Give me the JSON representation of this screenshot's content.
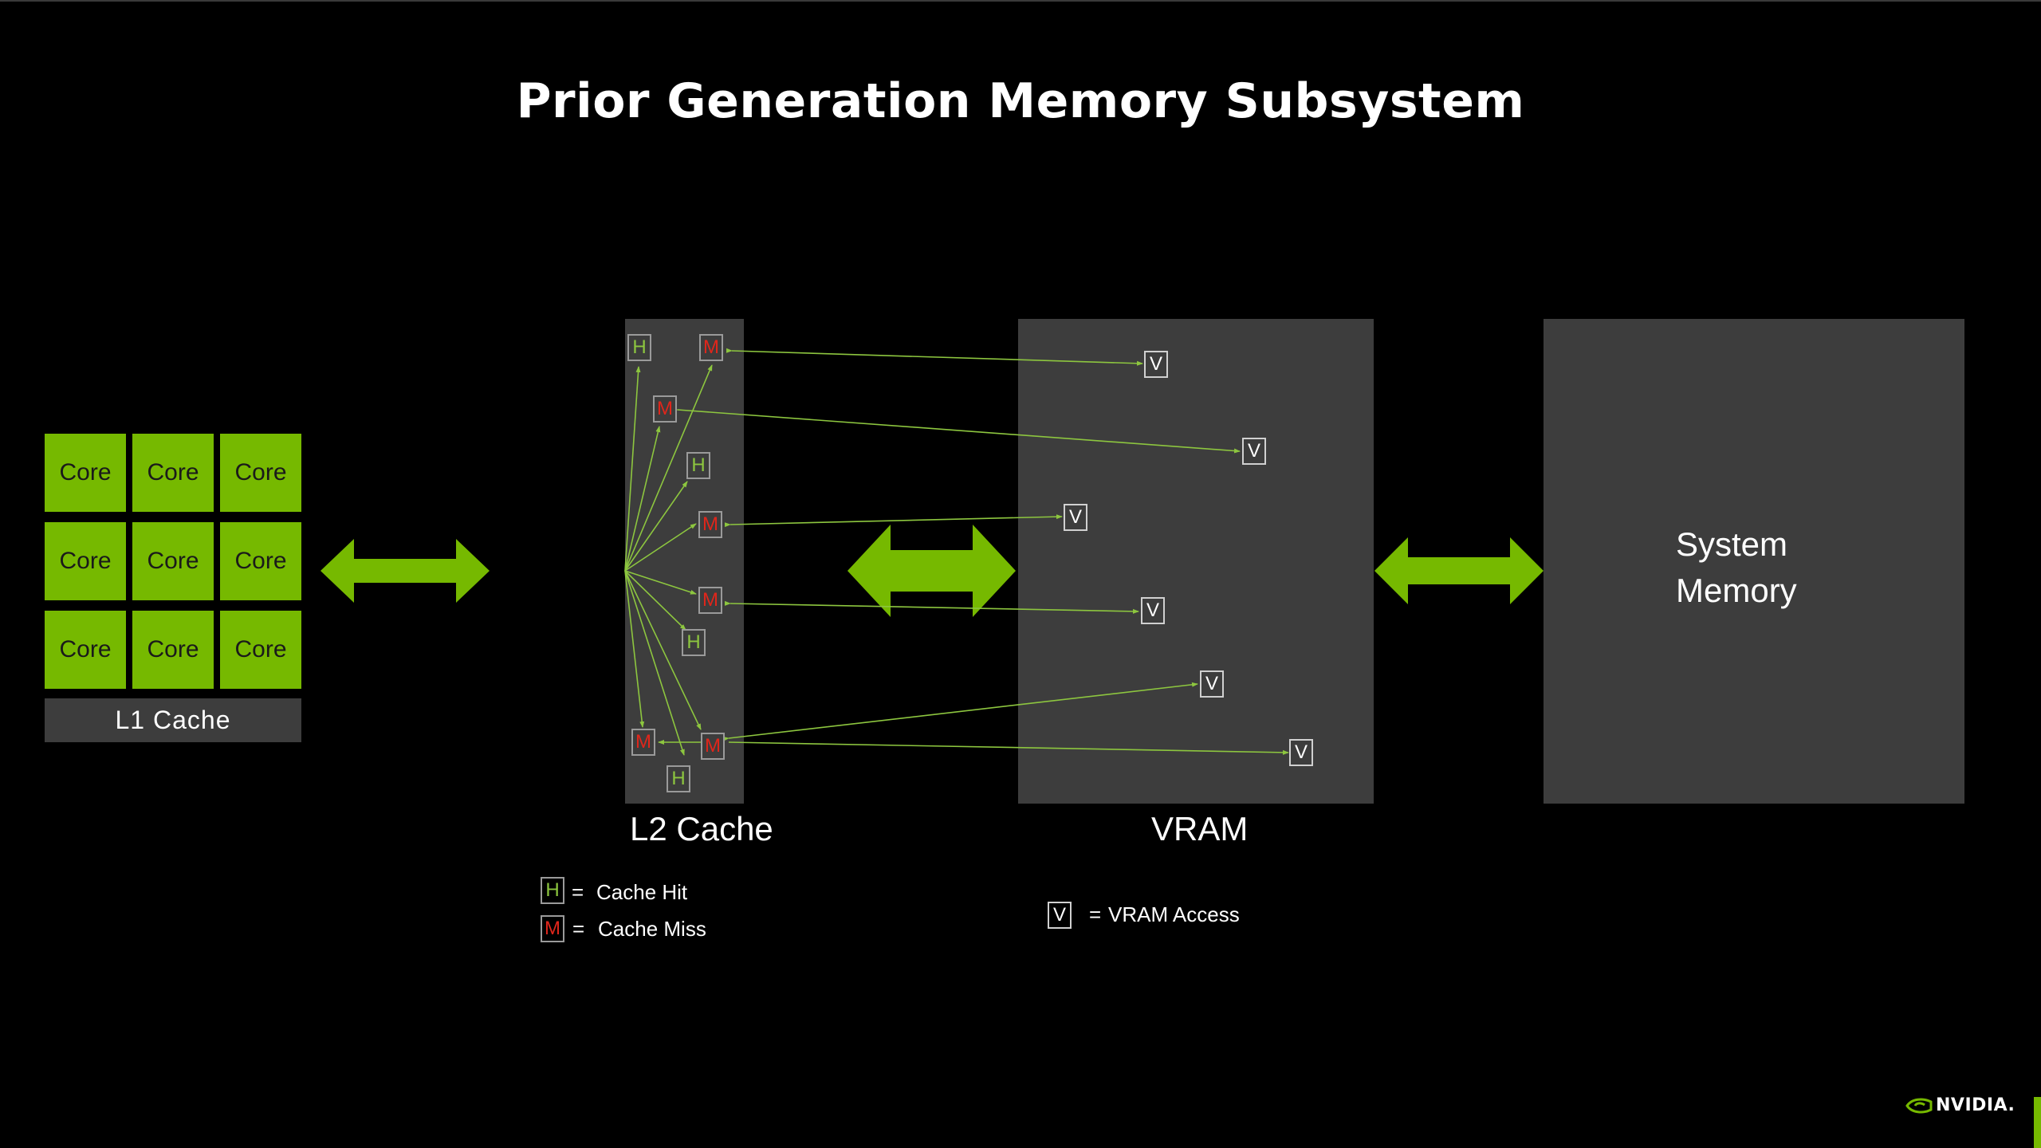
{
  "slide": {
    "title": "Prior Generation Memory Subsystem"
  },
  "cores": {
    "labels": [
      "Core",
      "Core",
      "Core",
      "Core",
      "Core",
      "Core",
      "Core",
      "Core",
      "Core"
    ],
    "color": "#76b900"
  },
  "l1": {
    "label": "L1 Cache"
  },
  "l2": {
    "label": "L2 Cache"
  },
  "vram": {
    "label": "VRAM"
  },
  "system_memory": {
    "line1": "System",
    "line2": "Memory"
  },
  "boxes": {
    "hit": "H",
    "miss": "M",
    "vram": "V"
  },
  "legend": {
    "hit_symbol": "H",
    "hit_text": "Cache Hit",
    "miss_symbol": "M",
    "miss_text": "Cache Miss",
    "vram_symbol": "V",
    "vram_text": "VRAM Access",
    "equals": "="
  },
  "colors": {
    "accent_green": "#76b900",
    "hit_green": "#8dc63f",
    "miss_red": "#e0261b",
    "panel_gray": "#3d3d3d"
  },
  "logo": {
    "text": "NVIDIA."
  }
}
